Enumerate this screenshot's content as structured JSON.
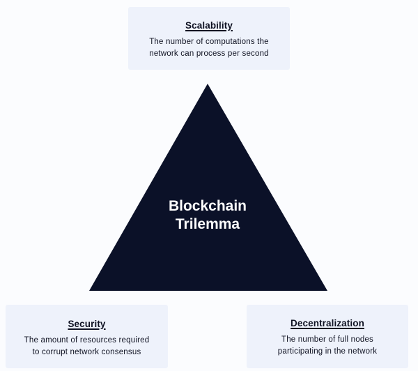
{
  "diagram": {
    "center": {
      "label_line1": "Blockchain",
      "label_line2": "Trilemma",
      "fill_color": "#0b1128"
    },
    "nodes": [
      {
        "id": "scalability",
        "position": "top",
        "title": "Scalability",
        "description_line1": "The number of computations the",
        "description_line2": "network can process per second"
      },
      {
        "id": "security",
        "position": "bottom-left",
        "title": "Security",
        "description_line1": "The amount of resources required",
        "description_line2": "to corrupt network consensus"
      },
      {
        "id": "decentralization",
        "position": "bottom-right",
        "title": "Decentralization",
        "description_line1": "The number of full nodes",
        "description_line2": "participating in the network"
      }
    ],
    "card_color": "#eef2fb",
    "background_color": "#fbfcfe"
  }
}
